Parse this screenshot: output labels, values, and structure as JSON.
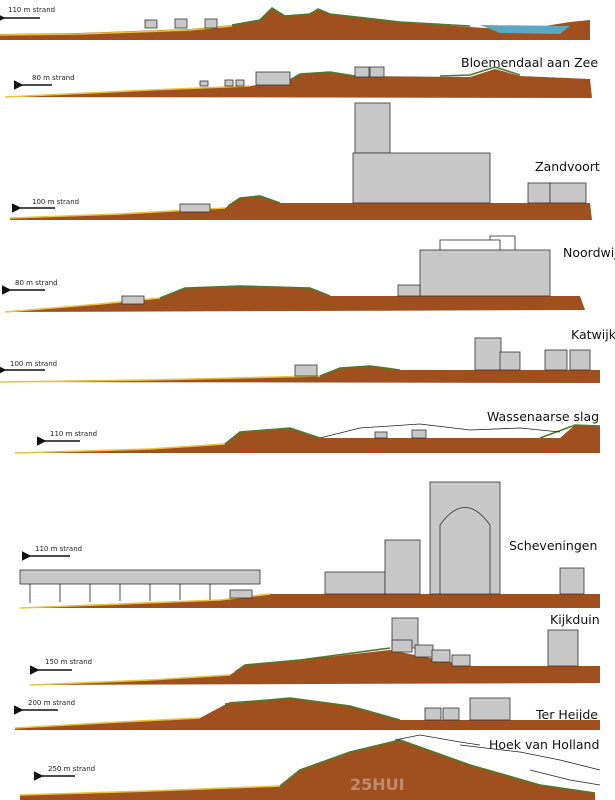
{
  "profiles": [
    {
      "name": "",
      "strand": "110 m strand"
    },
    {
      "name": "Bloemendaal aan Zee",
      "strand": "80 m strand"
    },
    {
      "name": "Zandvoort",
      "strand": "100 m strand"
    },
    {
      "name": "Noordwijk",
      "strand": "80 m strand"
    },
    {
      "name": "Katwijk",
      "strand": "100 m strand"
    },
    {
      "name": "Wassenaarse slag",
      "strand": "110 m strand"
    },
    {
      "name": "Scheveningen",
      "strand": "110 m strand"
    },
    {
      "name": "Kijkduin",
      "strand": "150 m strand"
    },
    {
      "name": "Ter Heijde",
      "strand": "200 m strand"
    },
    {
      "name": "Hoek van Holland",
      "strand": "250 m strand"
    }
  ],
  "watermark": "25HUI",
  "colors": {
    "ground": "#a0501e",
    "sand": "#e8c23a",
    "grass": "#4c7a2a",
    "building": "#c8c8c8",
    "water": "#5aa9c0"
  }
}
